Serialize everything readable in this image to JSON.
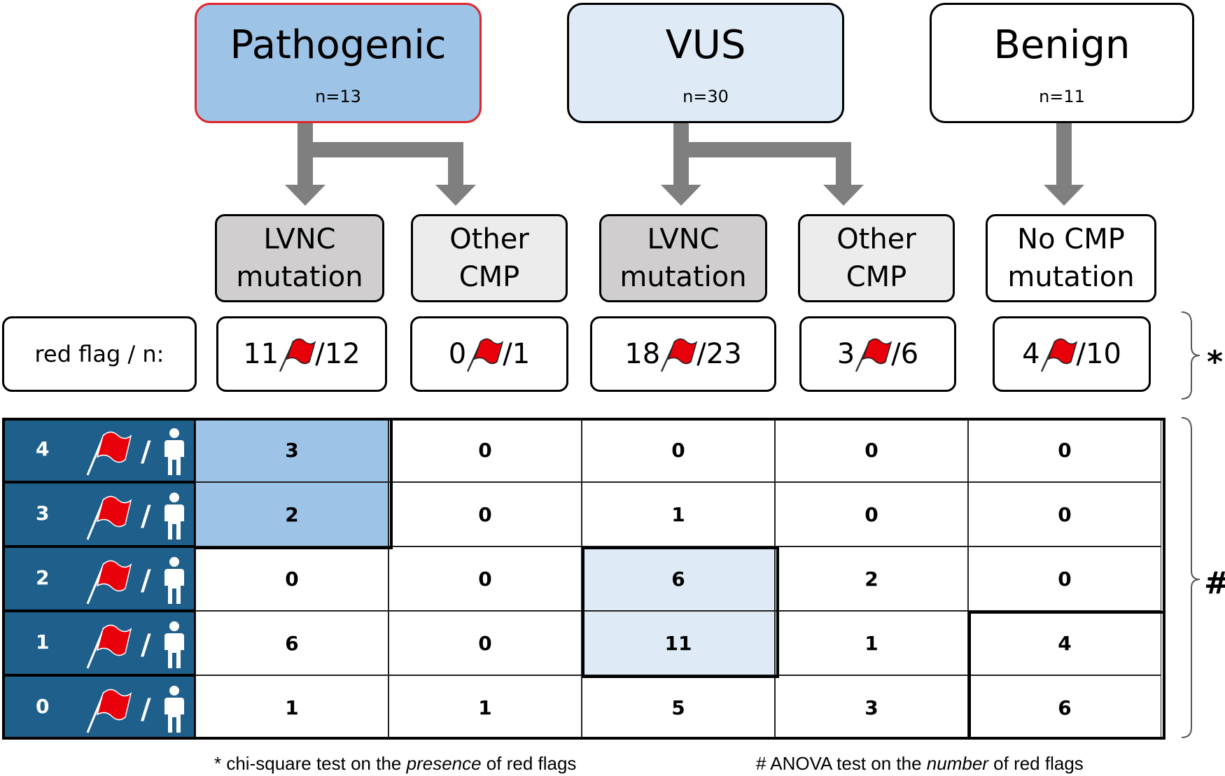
{
  "categories": [
    {
      "title": "Pathogenic",
      "n": "n=13"
    },
    {
      "title": "VUS",
      "n": "n=30"
    },
    {
      "title": "Benign",
      "n": "n=11"
    }
  ],
  "subgroups": [
    {
      "line1": "LVNC",
      "line2": "mutation"
    },
    {
      "line1": "Other",
      "line2": "CMP"
    },
    {
      "line1": "LVNC",
      "line2": "mutation"
    },
    {
      "line1": "Other",
      "line2": "CMP"
    },
    {
      "line1": "No CMP",
      "line2": "mutation"
    }
  ],
  "ratio_label": "red flag / n:",
  "ratios": [
    {
      "flags": "11",
      "n": "/12"
    },
    {
      "flags": "0",
      "n": "/1"
    },
    {
      "flags": "18",
      "n": "/23"
    },
    {
      "flags": "3",
      "n": "/6"
    },
    {
      "flags": "4",
      "n": "/10"
    }
  ],
  "table": {
    "row_labels": [
      "4",
      "3",
      "2",
      "1",
      "0"
    ],
    "separator": "/",
    "rows": [
      [
        "3",
        "0",
        "0",
        "0",
        "0"
      ],
      [
        "2",
        "0",
        "1",
        "0",
        "0"
      ],
      [
        "0",
        "0",
        "6",
        "2",
        "0"
      ],
      [
        "6",
        "0",
        "11",
        "1",
        "4"
      ],
      [
        "1",
        "1",
        "5",
        "3",
        "6"
      ]
    ]
  },
  "symbols": {
    "chi": "*",
    "anova": "#"
  },
  "footnotes": {
    "chi_pre": "* chi-square test on the ",
    "chi_em": "presence",
    "chi_post": " of red flags",
    "anova_pre": "# ANOVA test on the ",
    "anova_em": "number",
    "anova_post": " of red flags"
  },
  "colors": {
    "pathogenic": "#9dc3e6",
    "vus": "#deebf7",
    "row_header": "#1f5f8b",
    "flag": "#e8000b",
    "arrow": "#7f7f7f",
    "pathogenic_border": "#e0262a"
  }
}
